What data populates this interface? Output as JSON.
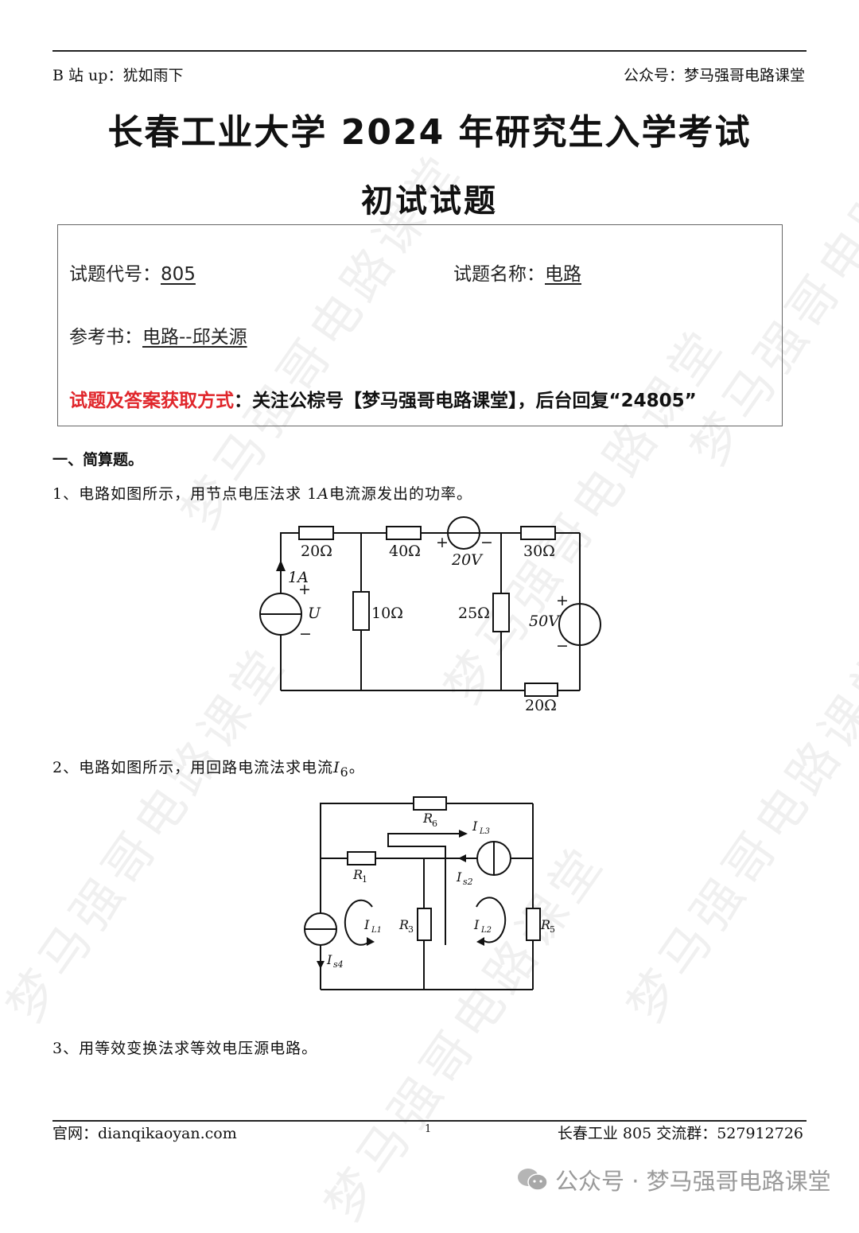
{
  "header": {
    "left": "B 站 up：犹如雨下",
    "right": "公众号：梦马强哥电路课堂"
  },
  "title": {
    "main": "长春工业大学 2024 年研究生入学考试",
    "sub": "初试试题"
  },
  "info_box": {
    "code_label": "试题代号：",
    "code_value": "805",
    "name_label": "试题名称：",
    "name_value": "电路",
    "book_label": "参考书：",
    "book_value": "电路--邱关源",
    "notice_red": "试题及答案获取方式",
    "notice_rest": "：关注公棕号【梦马强哥电路课堂】，后台回复“24805”",
    "colors": {
      "notice": "#e0262b"
    }
  },
  "section": {
    "title": "一、简算题。"
  },
  "questions": [
    {
      "num": "1、",
      "text_before": "电路如图所示，用节点电压法求 1",
      "var": "A",
      "text_after": "电流源发出的功率。"
    },
    {
      "num": "2、",
      "text_before": "电路如图所示，用回路电流法求电流",
      "var": "I",
      "sub": "6",
      "text_after": "。"
    },
    {
      "num": "3、",
      "text_before": "用等效变换法求等效电压源电路。",
      "var": "",
      "text_after": ""
    }
  ],
  "circuit1": {
    "labels": {
      "r_top_left": "20Ω",
      "r_top_mid": "40Ω",
      "v_src_top": "20V",
      "r_top_right": "30Ω",
      "i_src": "1A",
      "i_src_voltage": "U",
      "r_left_mid": "10Ω",
      "r_right_mid": "25Ω",
      "v_src_right": "50V",
      "r_bottom": "20Ω",
      "plus": "+",
      "minus": "−"
    }
  },
  "circuit2": {
    "labels": {
      "r6": "R",
      "r6_sub": "6",
      "r1": "R",
      "r1_sub": "1",
      "r3": "R",
      "r3_sub": "3",
      "r5": "R",
      "r5_sub": "5",
      "is2": "I",
      "is2_sub": "s2",
      "is4": "I",
      "is4_sub": "s4",
      "il1": "I",
      "il1_sub": "L1",
      "il2": "I",
      "il2_sub": "L2",
      "il3": "I",
      "il3_sub": "L3"
    }
  },
  "footer": {
    "left": "官网：dianqikaoyan.com",
    "page": "1",
    "right": "长春工业 805 交流群：527912726"
  },
  "brand": {
    "text": "公众号 · 梦马强哥电路课堂"
  },
  "watermark": {
    "text": "梦马强哥电路课堂"
  }
}
